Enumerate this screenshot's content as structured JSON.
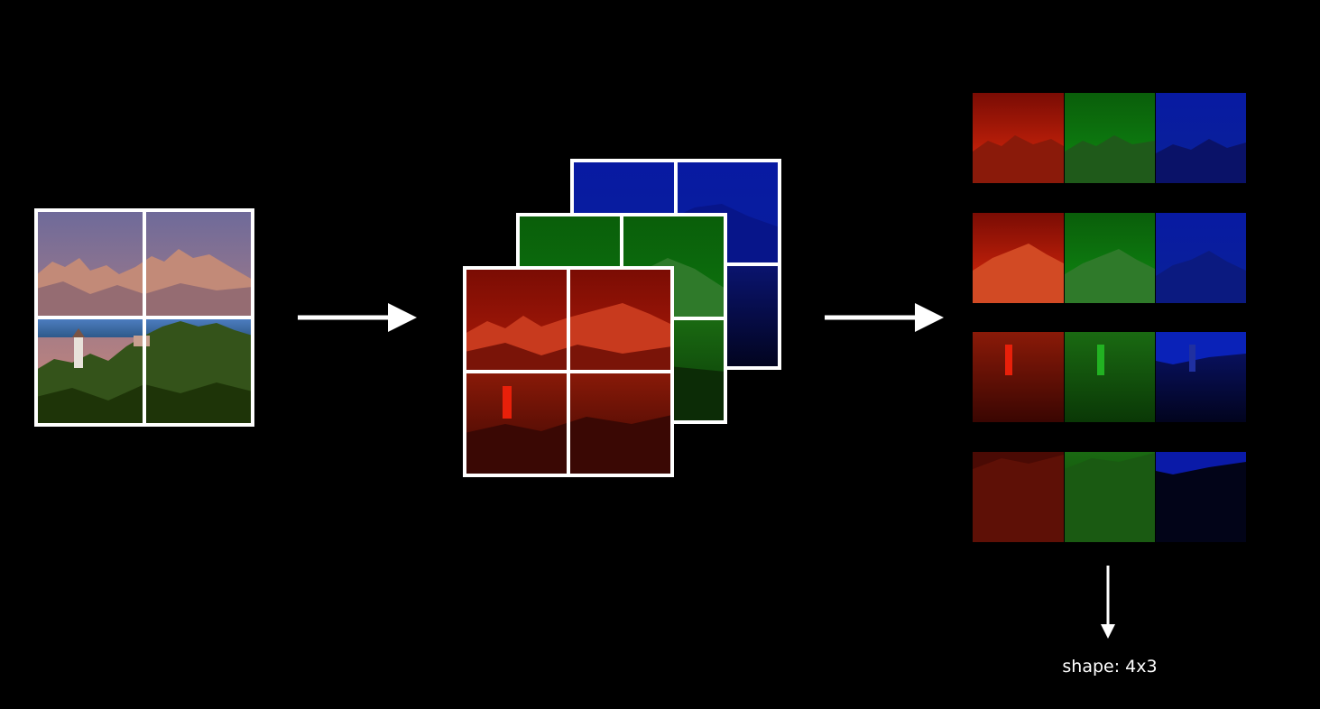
{
  "diagram": {
    "caption": "shape: 4x3",
    "grid": {
      "rows": 2,
      "cols": 2
    },
    "output_grid": {
      "rows": 4,
      "cols": 3
    },
    "channels": [
      "red",
      "green",
      "blue"
    ],
    "colors": {
      "background": "#000000",
      "border": "#ffffff",
      "red": "#d01a08",
      "green": "#0a7a0a",
      "blue": "#0a1aa0",
      "sky": "#7a6a96",
      "dusk": "#c97a70",
      "mountain": "#c6907a",
      "lake": "#3a6aa8",
      "forest": "#2d4a12"
    },
    "icons": {
      "arrow_1": "arrow-right-icon",
      "arrow_2": "arrow-right-icon",
      "arrow_3": "arrow-down-icon"
    }
  }
}
